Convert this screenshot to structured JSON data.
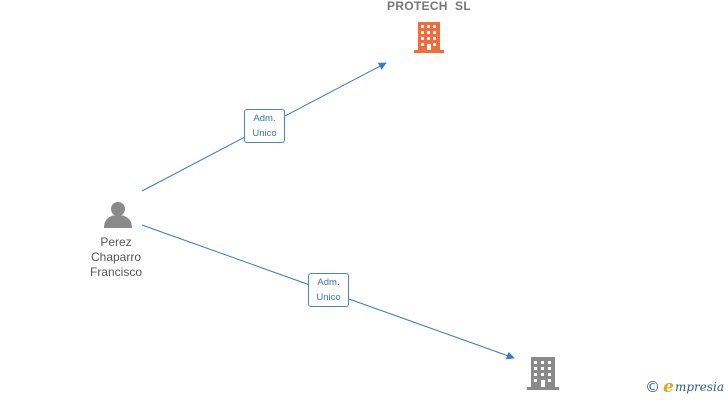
{
  "colors": {
    "edge": "#3b78c8",
    "company_highlight": "#f26b3a",
    "company_default": "#8a8a8a",
    "person": "#8a8a8a"
  },
  "person": {
    "icon": "person-icon",
    "line1": "Perez",
    "line2": "Chaparro",
    "line3": "Francisco"
  },
  "companies": [
    {
      "icon": "building-icon",
      "name": "PROTECH  SL"
    },
    {
      "icon": "building-icon",
      "name": ""
    }
  ],
  "edges": [
    {
      "role_line1": "Adm.",
      "role_line2": "Unico"
    },
    {
      "role_line1": "Adm.",
      "role_line2": "Unico"
    }
  ],
  "watermark": {
    "symbol": "©",
    "brand_initial": "e",
    "brand_rest": "mpresia"
  }
}
